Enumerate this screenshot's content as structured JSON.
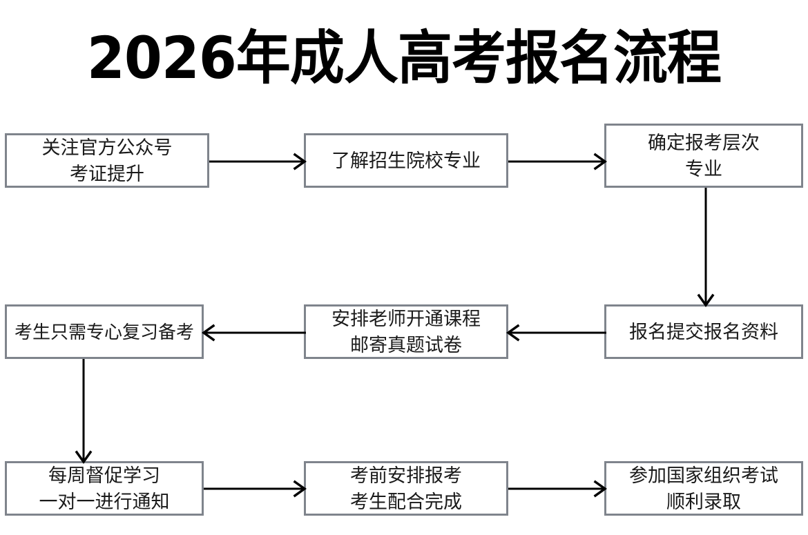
{
  "page": {
    "title": "2026年成人高考报名流程",
    "background_color": "#ffffff",
    "box_border_color": "#7f848c",
    "text_color": "#1a1a1a",
    "arrow_color": "#000000"
  },
  "diagram_data": {
    "type": "flowchart",
    "title": "2026年成人高考报名流程",
    "layout": "3-column serpentine grid, 3 rows",
    "nodes": [
      {
        "id": "n1",
        "row": 1,
        "col": 1,
        "lines": [
          "关注官方公众号",
          "考证提升"
        ]
      },
      {
        "id": "n2",
        "row": 1,
        "col": 2,
        "lines": [
          "了解招生院校专业"
        ]
      },
      {
        "id": "n3",
        "row": 1,
        "col": 3,
        "lines": [
          "确定报考层次",
          "专业"
        ]
      },
      {
        "id": "n4",
        "row": 2,
        "col": 3,
        "lines": [
          "报名提交报名资料"
        ]
      },
      {
        "id": "n5",
        "row": 2,
        "col": 2,
        "lines": [
          "安排老师开通课程",
          "邮寄真题试卷"
        ]
      },
      {
        "id": "n6",
        "row": 2,
        "col": 1,
        "lines": [
          "考生只需专心复习备考"
        ]
      },
      {
        "id": "n7",
        "row": 3,
        "col": 1,
        "lines": [
          "每周督促学习",
          "一对一进行通知"
        ]
      },
      {
        "id": "n8",
        "row": 3,
        "col": 2,
        "lines": [
          "考前安排报考",
          "考生配合完成"
        ]
      },
      {
        "id": "n9",
        "row": 3,
        "col": 3,
        "lines": [
          "参加国家组织考试",
          "顺利录取"
        ]
      }
    ],
    "edges": [
      {
        "from": "n1",
        "to": "n2",
        "direction": "right"
      },
      {
        "from": "n2",
        "to": "n3",
        "direction": "right"
      },
      {
        "from": "n3",
        "to": "n4",
        "direction": "down"
      },
      {
        "from": "n4",
        "to": "n5",
        "direction": "left"
      },
      {
        "from": "n5",
        "to": "n6",
        "direction": "left"
      },
      {
        "from": "n6",
        "to": "n7",
        "direction": "down"
      },
      {
        "from": "n7",
        "to": "n8",
        "direction": "right"
      },
      {
        "from": "n8",
        "to": "n9",
        "direction": "right"
      }
    ]
  }
}
